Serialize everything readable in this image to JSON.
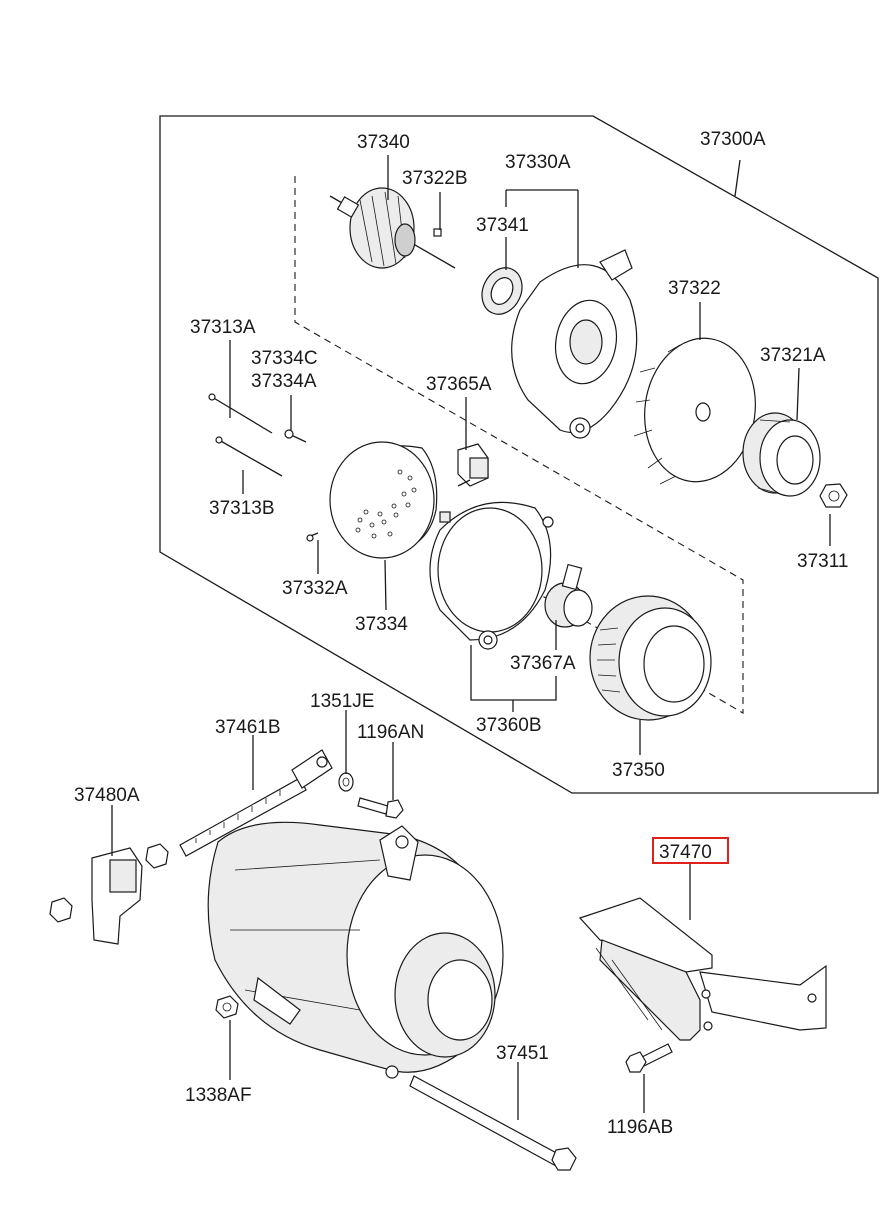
{
  "parts": {
    "p37300A": "37300A",
    "p37340": "37340",
    "p37322B": "37322B",
    "p37330A": "37330A",
    "p37341": "37341",
    "p37322": "37322",
    "p37321A": "37321A",
    "p37313A": "37313A",
    "p37334C": "37334C",
    "p37334A": "37334A",
    "p37365A": "37365A",
    "p37313B": "37313B",
    "p37311": "37311",
    "p37332A": "37332A",
    "p37334": "37334",
    "p37367A": "37367A",
    "p37360B": "37360B",
    "p37350": "37350",
    "p1351JE": "1351JE",
    "p37461B": "37461B",
    "p1196AN": "1196AN",
    "p37480A": "37480A",
    "p37470": "37470",
    "p37451": "37451",
    "p1338AF": "1338AF",
    "p1196AB": "1196AB"
  },
  "highlight": {
    "part": "37470",
    "color": "#e0201b"
  }
}
